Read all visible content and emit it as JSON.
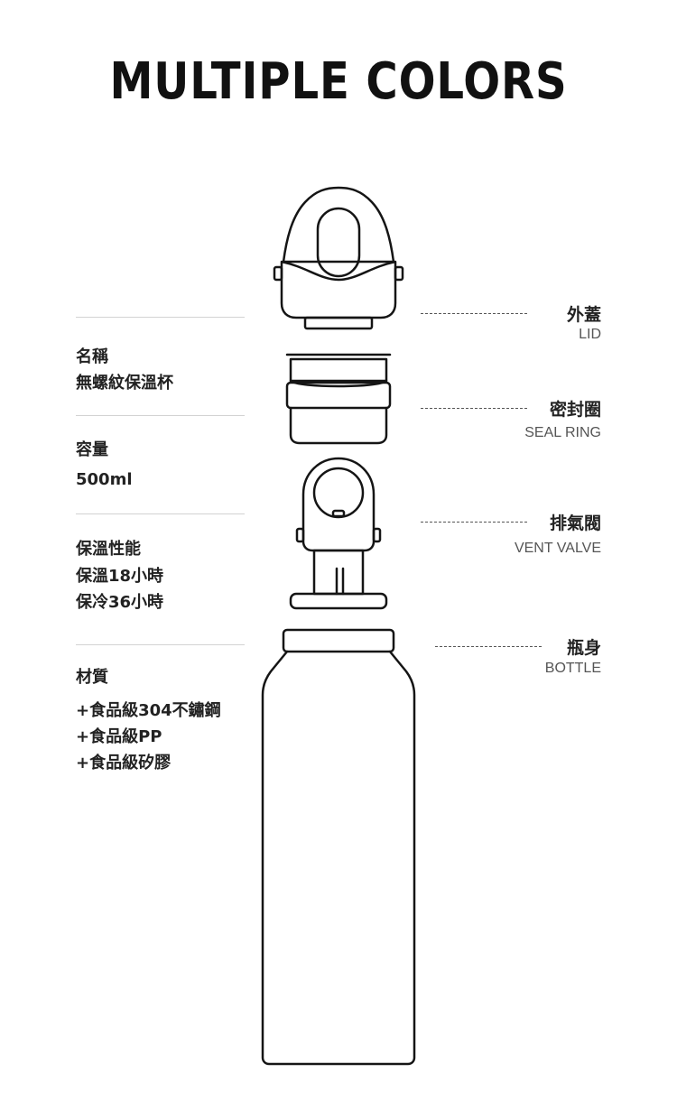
{
  "title": "MULTIPLE COLORS",
  "specs": [
    {
      "label": "名稱",
      "values": [
        "無螺紋保溫杯"
      ]
    },
    {
      "label": "容量",
      "values": [
        "500ml"
      ]
    },
    {
      "label": "保溫性能",
      "values": [
        "保溫18小時",
        "保冷36小時"
      ]
    },
    {
      "label": "材質",
      "values": [
        "+食品級304不鏽鋼",
        "+食品級PP",
        "+食品級矽膠"
      ]
    }
  ],
  "parts": [
    {
      "name": "外蓋",
      "en": "LID"
    },
    {
      "name": "密封圈",
      "en": "SEAL RING"
    },
    {
      "name": "排氣閥",
      "en": "VENT VALVE"
    },
    {
      "name": "瓶身",
      "en": "BOTTLE"
    }
  ]
}
